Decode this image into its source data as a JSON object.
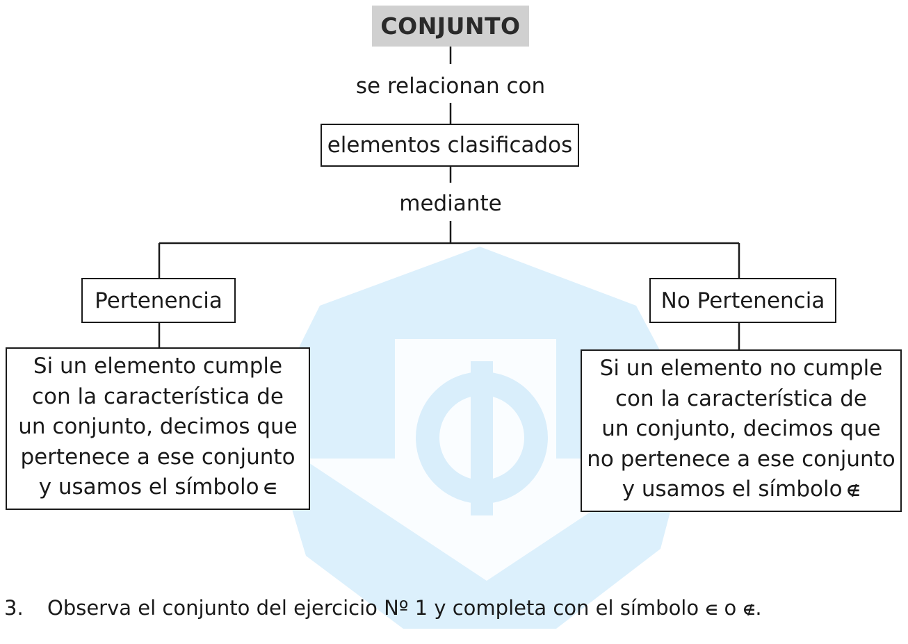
{
  "diagram": {
    "root": "CONJUNTO",
    "link_1": "se relacionan con",
    "middle": "elementos clasificados",
    "link_2": "mediante",
    "left": {
      "title": "Pertenencia",
      "lines": [
        "Si un elemento cumple",
        "con la característica de",
        "un conjunto, decimos que",
        "pertenece a ese conjunto",
        "y usamos el símbolo"
      ],
      "symbol": "∈"
    },
    "right": {
      "title": "No Pertenencia",
      "lines": [
        "Si un elemento no cumple",
        "con la característica de",
        "un conjunto, decimos que",
        "no pertenece a ese conjunto",
        "y usamos el símbolo"
      ],
      "symbol": "∉"
    }
  },
  "exercise": {
    "number": "3.",
    "text_before": "Observa el conjunto del ejercicio Nº 1 y completa con el símbolo",
    "symbol_in": "∈",
    "connector": "o",
    "symbol_not_in": "∉",
    "end": "."
  },
  "colors": {
    "watermark": "#d9eefb",
    "root_fill": "#d0d0d0",
    "line": "#1a1a1a"
  }
}
